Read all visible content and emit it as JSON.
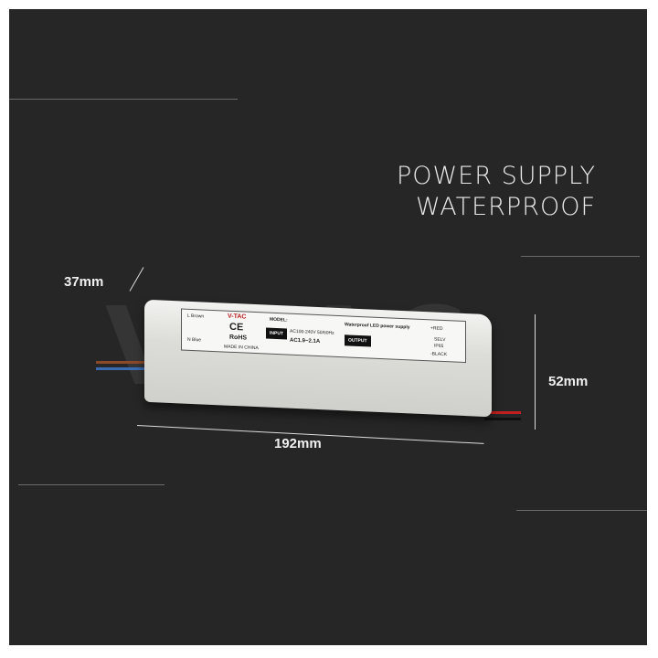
{
  "title": {
    "line1": "POWER SUPPLY",
    "line2": "WATERPROOF"
  },
  "watermark": "V-TAC",
  "dimensions": {
    "depth": "37mm",
    "length": "192mm",
    "height": "52mm"
  },
  "product_label": {
    "brand": "V-TAC",
    "ce": "CE",
    "rohs": "RoHS",
    "made_in": "MADE IN CHINA",
    "l_wire": "L Brown",
    "n_wire": "N Blue",
    "model_label": "MODEL:",
    "input_label": "INPUT",
    "input_value": "AC100-240V 50/60Hz",
    "input_current": "AC1.9~2.1A",
    "description": "Waterproof LED power supply",
    "output_label": "OUTPUT",
    "pos": "+RED",
    "neg": "-BLACK",
    "class": "SELV",
    "ip": "IP65"
  },
  "colors": {
    "background": "#262626",
    "text": "#e8e8e8",
    "accent_line": "#6a6a6a"
  }
}
